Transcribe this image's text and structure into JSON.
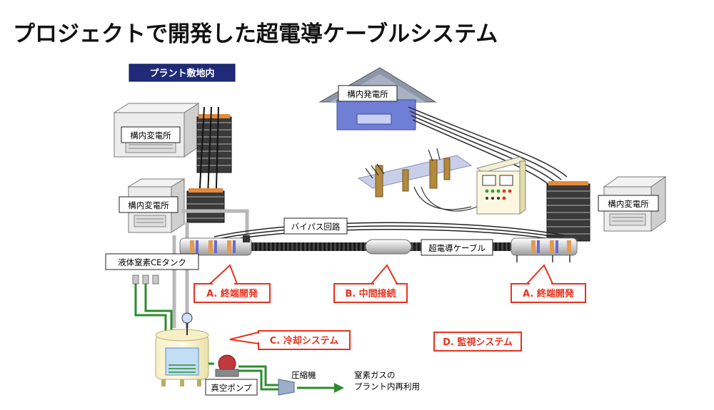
{
  "title": "プロジェクトで開発した超電導ケーブルシステム",
  "site_label": "プラント敷地内",
  "substation_left_top": "構内変電所",
  "substation_left_bottom": "構内変電所",
  "substation_right": "構内変電所",
  "power_plant": "構内発電所",
  "bypass_line": "バイパス回路",
  "sc_cable": "超電導ケーブル",
  "ln2_tank": "液体窒素CEタンク",
  "callouts": {
    "termination_left": "A. 終端開発",
    "joint": "B. 中間接続",
    "termination_right": "A. 終端開発",
    "cooling": "C. 冷却システム",
    "monitoring": "D. 監視システム"
  },
  "vacuum_pump": "真空ポンプ",
  "compressor": "圧縮機",
  "nitrogen_reuse": [
    "窒素ガスの",
    "プラント内再利用"
  ],
  "colors": {
    "callout_red": "#e8321e",
    "site_label_bg": "#1f2a78",
    "pipe_green": "#2e8b2e",
    "building_blue": "#6f7fd6"
  }
}
